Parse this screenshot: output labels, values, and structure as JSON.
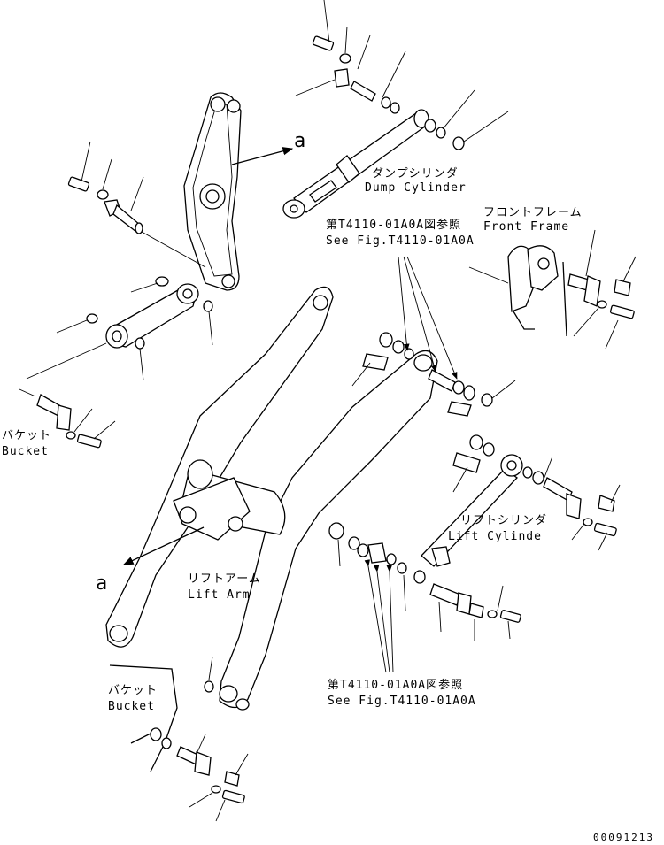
{
  "labels": {
    "dump_cylinder_jp": "ダンプシリンダ",
    "dump_cylinder_en": "Dump Cylinder",
    "front_frame_jp": "フロントフレーム",
    "front_frame_en": "Front Frame",
    "see_fig_top_jp": "第T4110-01A0A図参照",
    "see_fig_top_en": "See Fig.T4110-01A0A",
    "bucket_top_jp": "バケット",
    "bucket_top_en": "Bucket",
    "lift_cylinder_jp": "リフトシリンダ",
    "lift_cylinder_en": "Lift Cylinde",
    "lift_arm_jp": "リフトアーム",
    "lift_arm_en": "Lift Arm",
    "see_fig_bottom_jp": "第T4110-01A0A図参照",
    "see_fig_bottom_en": "See Fig.T4110-01A0A",
    "bucket_bottom_jp": "バケット",
    "bucket_bottom_en": "Bucket",
    "ref_a_top": "a",
    "ref_a_left": "a",
    "drawing_code": "00091213"
  }
}
